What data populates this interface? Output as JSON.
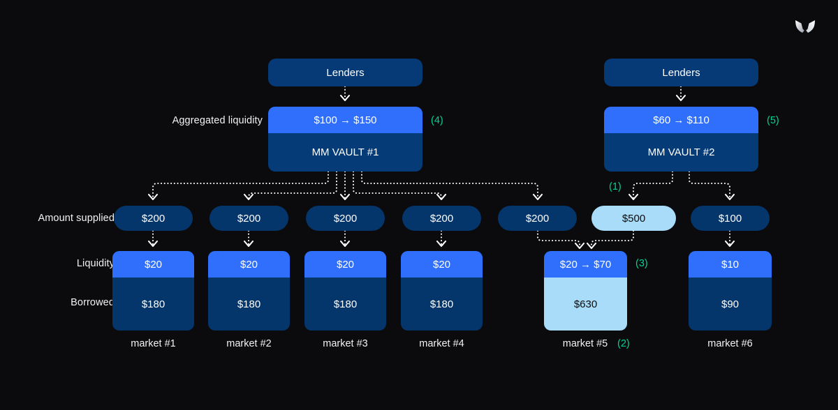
{
  "meta": {
    "brand_logo": "morpho-butterfly-logo",
    "background": "#0b0b0d",
    "accent_blue": "#2f6ffb",
    "navy": "#04356b",
    "light_blue": "#a8dcf9",
    "accent_green": "#00d395"
  },
  "row_labels": {
    "aggregated_liquidity": "Aggregated liquidity",
    "amount_supplied": "Amount supplied",
    "liquidity": "Liquidity",
    "borrowed": "Borrowed"
  },
  "vaults": [
    {
      "lenders_label": "Lenders",
      "liquidity_value": "$100 → $150",
      "name": "MM VAULT #1",
      "step": "(4)"
    },
    {
      "lenders_label": "Lenders",
      "liquidity_value": "$60 → $110",
      "name": "MM VAULT #2",
      "step": "(5)"
    }
  ],
  "vault2_supply_step": "(1)",
  "supplied": [
    {
      "value": "$200",
      "variant": "navy"
    },
    {
      "value": "$200",
      "variant": "navy"
    },
    {
      "value": "$200",
      "variant": "navy"
    },
    {
      "value": "$200",
      "variant": "navy"
    },
    {
      "value": "$200",
      "variant": "navy"
    },
    {
      "value": "$500",
      "variant": "light"
    },
    {
      "value": "$100",
      "variant": "navy"
    }
  ],
  "markets": [
    {
      "label": "market #1",
      "liquidity": "$20",
      "borrowed": "$180",
      "step": "",
      "variant": "navy"
    },
    {
      "label": "market #2",
      "liquidity": "$20",
      "borrowed": "$180",
      "step": "",
      "variant": "navy"
    },
    {
      "label": "market #3",
      "liquidity": "$20",
      "borrowed": "$180",
      "step": "",
      "variant": "navy"
    },
    {
      "label": "market #4",
      "liquidity": "$20",
      "borrowed": "$180",
      "step": "",
      "variant": "navy"
    },
    {
      "label": "market #5",
      "liquidity": "$20 → $70",
      "borrowed": "$630",
      "step": "(2)",
      "variant": "light",
      "liq_step": "(3)"
    },
    {
      "label": "market #6",
      "liquidity": "$10",
      "borrowed": "$90",
      "step": "",
      "variant": "navy"
    }
  ]
}
